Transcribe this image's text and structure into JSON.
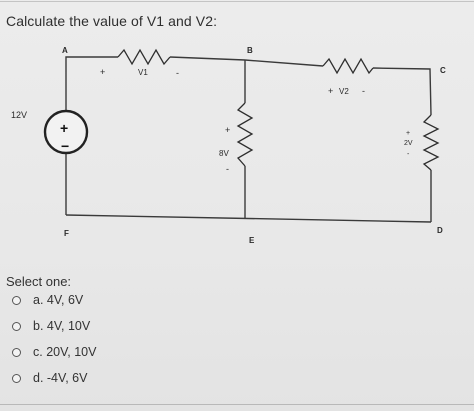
{
  "question": {
    "text": "Calculate the value of V1 and V2:"
  },
  "circuit": {
    "nodes": {
      "a": "A",
      "b": "B",
      "c": "C",
      "d": "D",
      "e": "E",
      "f": "F"
    },
    "source": {
      "value": "12V",
      "plus": "+",
      "minus": "−"
    },
    "v1": {
      "label": "V1",
      "plus": "+",
      "minus": "-"
    },
    "v2": {
      "label": "V2",
      "plus": "+",
      "minus": "-"
    },
    "r_middle": {
      "label": "8V",
      "plus": "+",
      "minus": "-"
    },
    "r_right": {
      "label": "2V",
      "plus": "+",
      "minus": "-"
    }
  },
  "quiz": {
    "select_one": "Select one:",
    "options": [
      {
        "label": "a. 4V, 6V"
      },
      {
        "label": "b. 4V, 10V"
      },
      {
        "label": "c. 20V, 10V"
      },
      {
        "label": "d. -4V, 6V"
      }
    ]
  }
}
